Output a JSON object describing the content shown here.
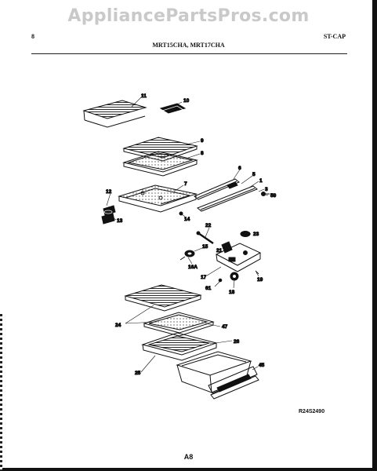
{
  "watermark": "AppliancePartsPros.com",
  "header": {
    "page_number": "8",
    "models": "MRT15CHA, MRT17CHA",
    "section_code": "ST-CAP"
  },
  "diagram": {
    "reference_code": "R24S2490",
    "page_label": "A8",
    "callouts": [
      "11",
      "10",
      "9",
      "8",
      "6",
      "5",
      "1",
      "3",
      "59",
      "7",
      "12",
      "13",
      "14",
      "22",
      "23",
      "15",
      "21",
      "16A",
      "17",
      "61",
      "18",
      "19",
      "24",
      "47",
      "26",
      "25",
      "45"
    ]
  }
}
